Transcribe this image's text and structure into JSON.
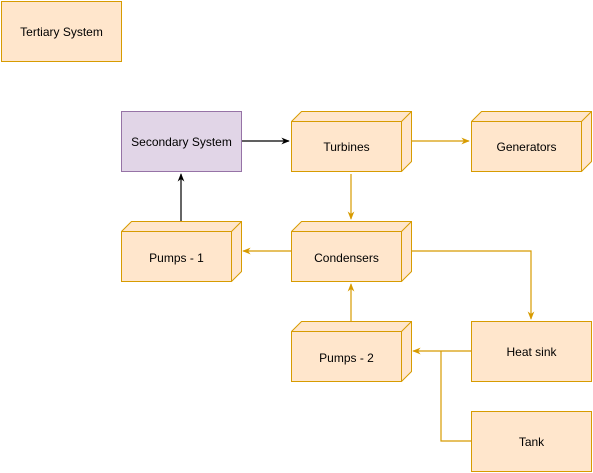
{
  "colors": {
    "box_fill": "#ffe6cc",
    "box_stroke": "#d79b00",
    "secondary_fill": "#e1d5e7",
    "secondary_stroke": "#9673a6",
    "orange_edge": "#d79b00",
    "black_edge": "#000000"
  },
  "nodes": {
    "tertiary": "Tertiary System",
    "secondary": "Secondary System",
    "turbines": "Turbines",
    "generators": "Generators",
    "condensers": "Condensers",
    "pumps1": "Pumps - 1",
    "pumps2": "Pumps - 2",
    "heatsink": "Heat sink",
    "tank": "Tank"
  },
  "edges": [
    {
      "from": "secondary",
      "to": "turbines"
    },
    {
      "from": "turbines",
      "to": "generators"
    },
    {
      "from": "turbines",
      "to": "condensers"
    },
    {
      "from": "condensers",
      "to": "pumps1"
    },
    {
      "from": "pumps1",
      "to": "secondary"
    },
    {
      "from": "condensers",
      "to": "heatsink"
    },
    {
      "from": "heatsink",
      "to": "pumps2"
    },
    {
      "from": "tank",
      "to": "pumps2"
    },
    {
      "from": "pumps2",
      "to": "condensers"
    }
  ]
}
